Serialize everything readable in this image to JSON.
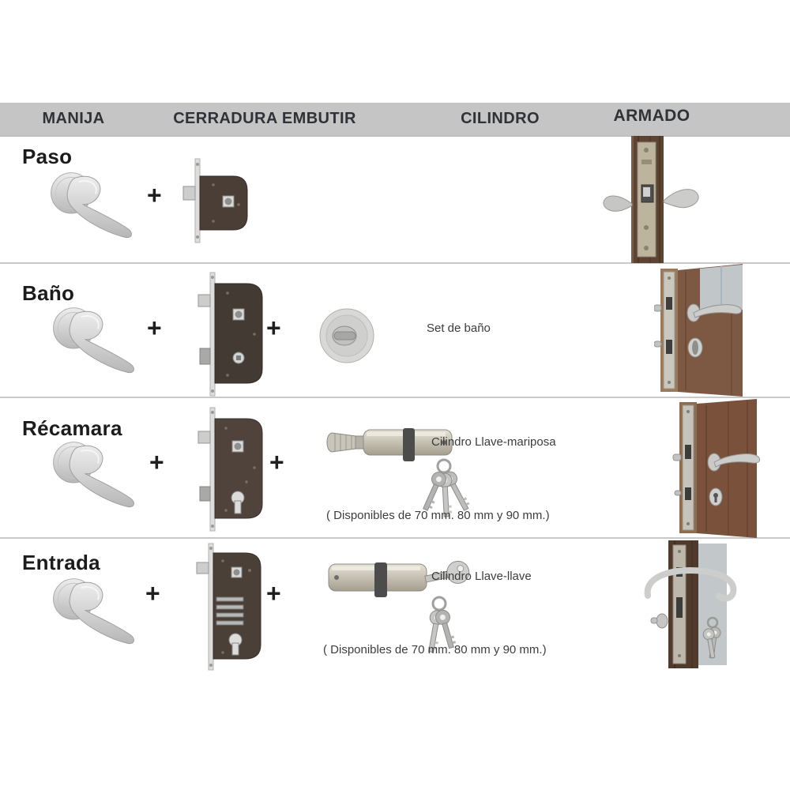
{
  "header": {
    "columns": [
      {
        "label": "MANIJA"
      },
      {
        "label": "CERRADURA EMBUTIR"
      },
      {
        "label": "CILINDRO"
      },
      {
        "label": "ARMADO"
      }
    ]
  },
  "symbols": {
    "plus": "+"
  },
  "rows": [
    {
      "label": "Paso",
      "caption": "",
      "note": ""
    },
    {
      "label": "Baño",
      "caption": "Set de baño",
      "note": ""
    },
    {
      "label": "Récamara",
      "caption": "Cilindro Llave-mariposa",
      "note": "( Disponibles de 70 mm. 80 mm y 90 mm.)"
    },
    {
      "label": "Entrada",
      "caption": "Cilindro Llave-llave",
      "note": "( Disponibles de 70 mm. 80 mm y 90 mm.)"
    }
  ],
  "colors": {
    "header_band": "#c5c5c5",
    "header_text": "#2f3237",
    "row_label_text": "#1c1c1c",
    "caption_text": "#3c3c3c",
    "divider": "#c9c9c9",
    "metal": "#d2d2d2",
    "lock_body": "#4b3e36",
    "wood": "#6b4e3a"
  }
}
